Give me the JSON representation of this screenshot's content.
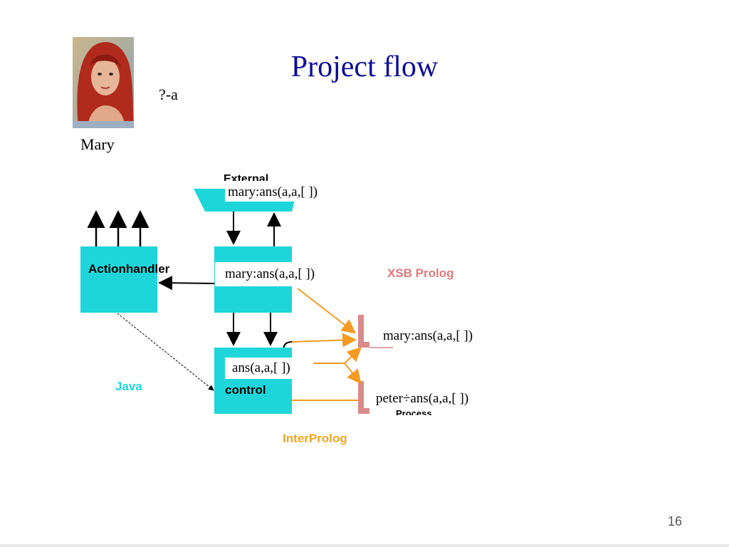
{
  "slide": {
    "title": "Project flow",
    "query_prompt": "?-a",
    "person_name": "Mary",
    "page_number": "16"
  },
  "diagram": {
    "top_label": "External",
    "actionhandler_label": "Actionhandler",
    "control_label": "control",
    "xsb_label": "XSB Prolog",
    "java_label": "Java",
    "interprolog_label": "InterProlog",
    "process_label": "Process",
    "terms": {
      "top": "mary:ans(a,a,[ ])",
      "middle": "mary:ans(a,a,[ ])",
      "control": "ans(a,a,[ ])",
      "xsb_mary": "mary:ans(a,a,[ ])",
      "xsb_peter": "peter÷ans(a,a,[ ])"
    }
  },
  "colors": {
    "box": "#1ed6d9",
    "title": "#0d0d96",
    "xsb": "#e07a7a",
    "java": "#1ed6d9",
    "interprolog": "#f5a623",
    "orange_line": "#f59a23",
    "process_box": "#d98a8a"
  }
}
